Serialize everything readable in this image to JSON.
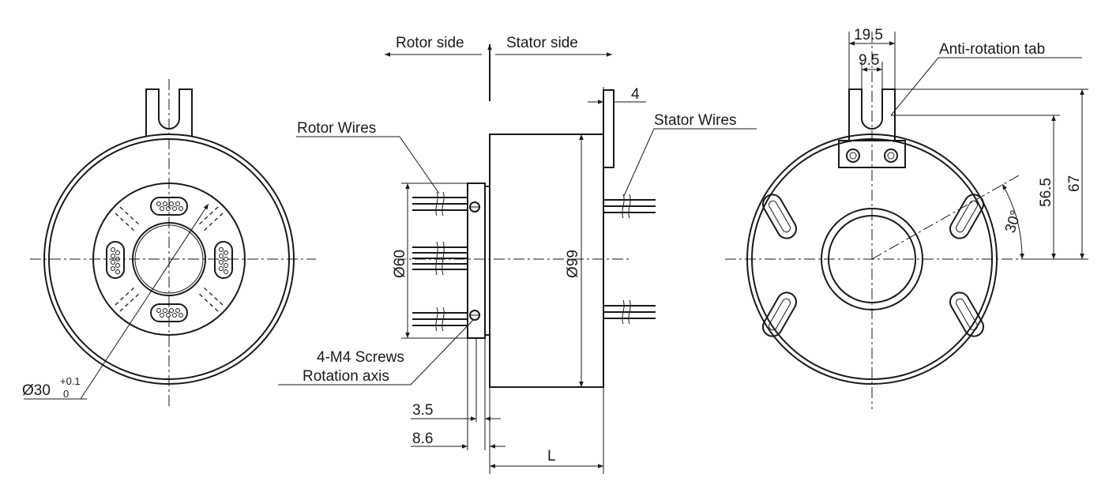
{
  "labels": {
    "rotor_side": "Rotor side",
    "stator_side": "Stator  side",
    "rotor_wires": "Rotor Wires",
    "stator_wires": "Stator Wires",
    "screws": "4-M4 Screws",
    "rotation_axis": "Rotation axis",
    "anti_rotation_tab": "Anti-rotation tab"
  },
  "dimensions": {
    "bore_dia": "Ø30",
    "bore_tol_upper": "+0.1",
    "bore_tol_lower": "0",
    "flange_dia": "Ø60",
    "body_dia": "Ø99",
    "flange_thk": "3.5",
    "flange_offset": "8.6",
    "length": "L",
    "tab_thk": "4",
    "tab_width": "19.5",
    "tab_slot": "9.5",
    "height_56": "56.5",
    "height_67": "67",
    "angle": "30°"
  }
}
